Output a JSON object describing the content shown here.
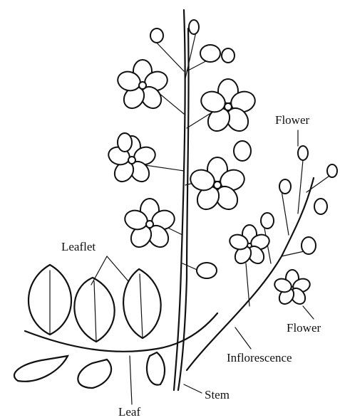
{
  "labels": {
    "flower_top": "Flower",
    "flower_right": "Flower",
    "leaflet": "Leaflet",
    "inflorescence": "Inflorescence",
    "stem": "Stem",
    "leaf": "Leaf"
  }
}
